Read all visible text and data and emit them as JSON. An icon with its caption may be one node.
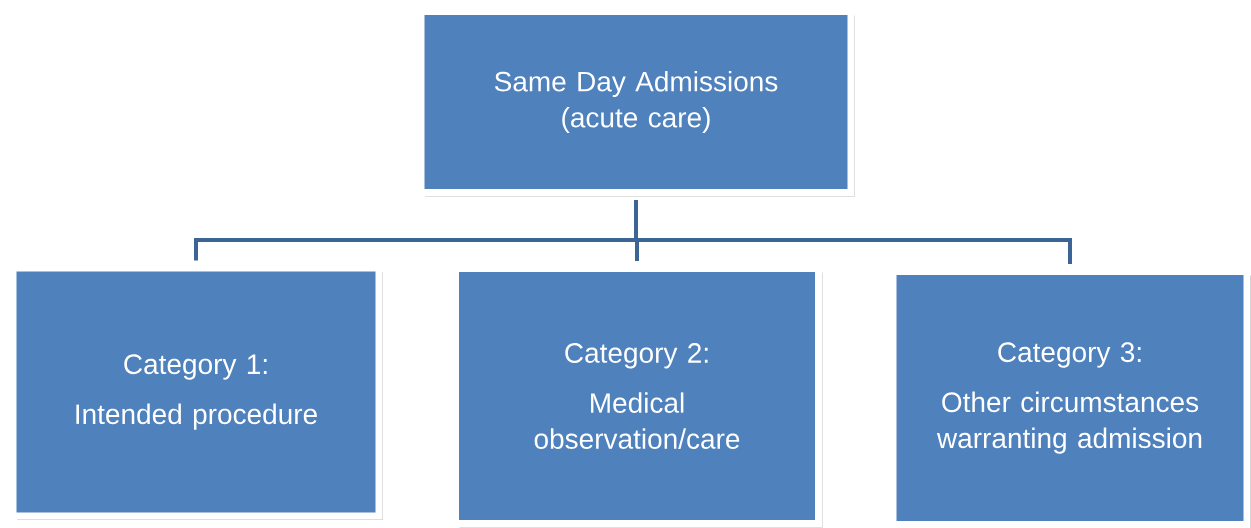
{
  "diagram": {
    "nodes": [
      {
        "text": [
          "Same Day Admissions (acute care)"
        ]
      },
      {
        "text": [
          "Category 1:",
          "Intended procedure"
        ]
      },
      {
        "text": [
          "Category 2:",
          "Medical observation/care"
        ]
      },
      {
        "text": [
          "Category 3:",
          "Other circumstances warranting admission"
        ]
      }
    ],
    "edges": [
      {
        "from": 0,
        "to": 1,
        "arrow": "none"
      },
      {
        "from": 0,
        "to": 2,
        "arrow": "none"
      },
      {
        "from": 0,
        "to": 3,
        "arrow": "none"
      }
    ]
  }
}
